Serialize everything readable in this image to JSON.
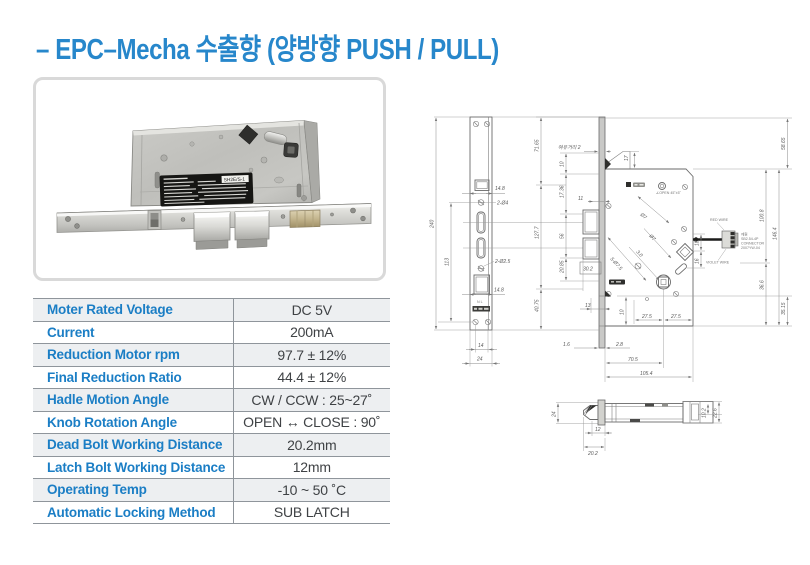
{
  "title": {
    "text": "– EPC–Mecha 수출향 (양방향 PUSH / PULL)",
    "color": "#2787cb"
  },
  "photo": {
    "description": "mortise-lock body product photo",
    "label_code": "SH2E/S-1",
    "plate_brand": "DOMESA"
  },
  "spec_table": {
    "rows": [
      {
        "label": "Moter Rated Voltage",
        "value": "DC 5V"
      },
      {
        "label": "Current",
        "value": "200mA"
      },
      {
        "label": "Reduction Motor rpm",
        "value": "97.7 ± 12%"
      },
      {
        "label": "Final Reduction Ratio",
        "value": "44.4 ± 12%"
      },
      {
        "label": "Hadle Motion Angle",
        "value": "CW / CCW : 25~27˚"
      },
      {
        "label": "Knob Rotation Angle",
        "value": "OPEN ↔ CLOSE : 90˚"
      },
      {
        "label": "Dead Bolt Working Distance",
        "value": "20.2mm"
      },
      {
        "label": "Latch Bolt Working Distance",
        "value": "12mm"
      },
      {
        "label": "Operating Temp",
        "value": "-10 ~ 50 ˚C"
      },
      {
        "label": "Automatic Locking Method",
        "value": "SUB LATCH"
      }
    ]
  },
  "drawing": {
    "front": {
      "overall_height": "240",
      "screw_span": "113",
      "latch_cut": "14.8",
      "holes_4": "2-Ø4",
      "holes_25": "2-Ø2.5",
      "dead_cut": "14.8",
      "nl": "N L",
      "screw_pitch": "14",
      "plate_width": "24"
    },
    "side": {
      "clearance_note": "여유거리 2",
      "h_top": "71.65",
      "h_mid": "127.7",
      "h_bot": "40.75",
      "s10": "10",
      "s1736": "17.36",
      "s56": "56",
      "s2085": "20.85",
      "w11": "11",
      "t17": "17",
      "box302": "30.2",
      "d13": "13",
      "d10": "10",
      "d275a": "27.5",
      "d275b": "27.5",
      "d16": "1.6",
      "d28": "2.8",
      "backset": "70.5",
      "depth": "105.4",
      "r5865": "58.65",
      "r1008": "100.8",
      "r1464": "146.4",
      "r366": "36.6",
      "r3515": "35.15",
      "g18": "18",
      "g16": "16",
      "dia7a": "Ø7",
      "dia7b": "Ø7",
      "dia75": "5-Ø7.5",
      "d30": "3.0",
      "open_note": "∠OPEN 45˚±5˚",
      "wire_red": "RED WIRE",
      "wire_violet": "VIOLET WIRE",
      "conn1": "제원",
      "conn2": "SB2.54-4P",
      "conn3": "CONNECTOR",
      "conn4": "2007YW-04"
    },
    "top": {
      "w24": "24",
      "d12": "12",
      "d202": "20.2",
      "d102": "10.2",
      "d226": "22.6"
    }
  }
}
